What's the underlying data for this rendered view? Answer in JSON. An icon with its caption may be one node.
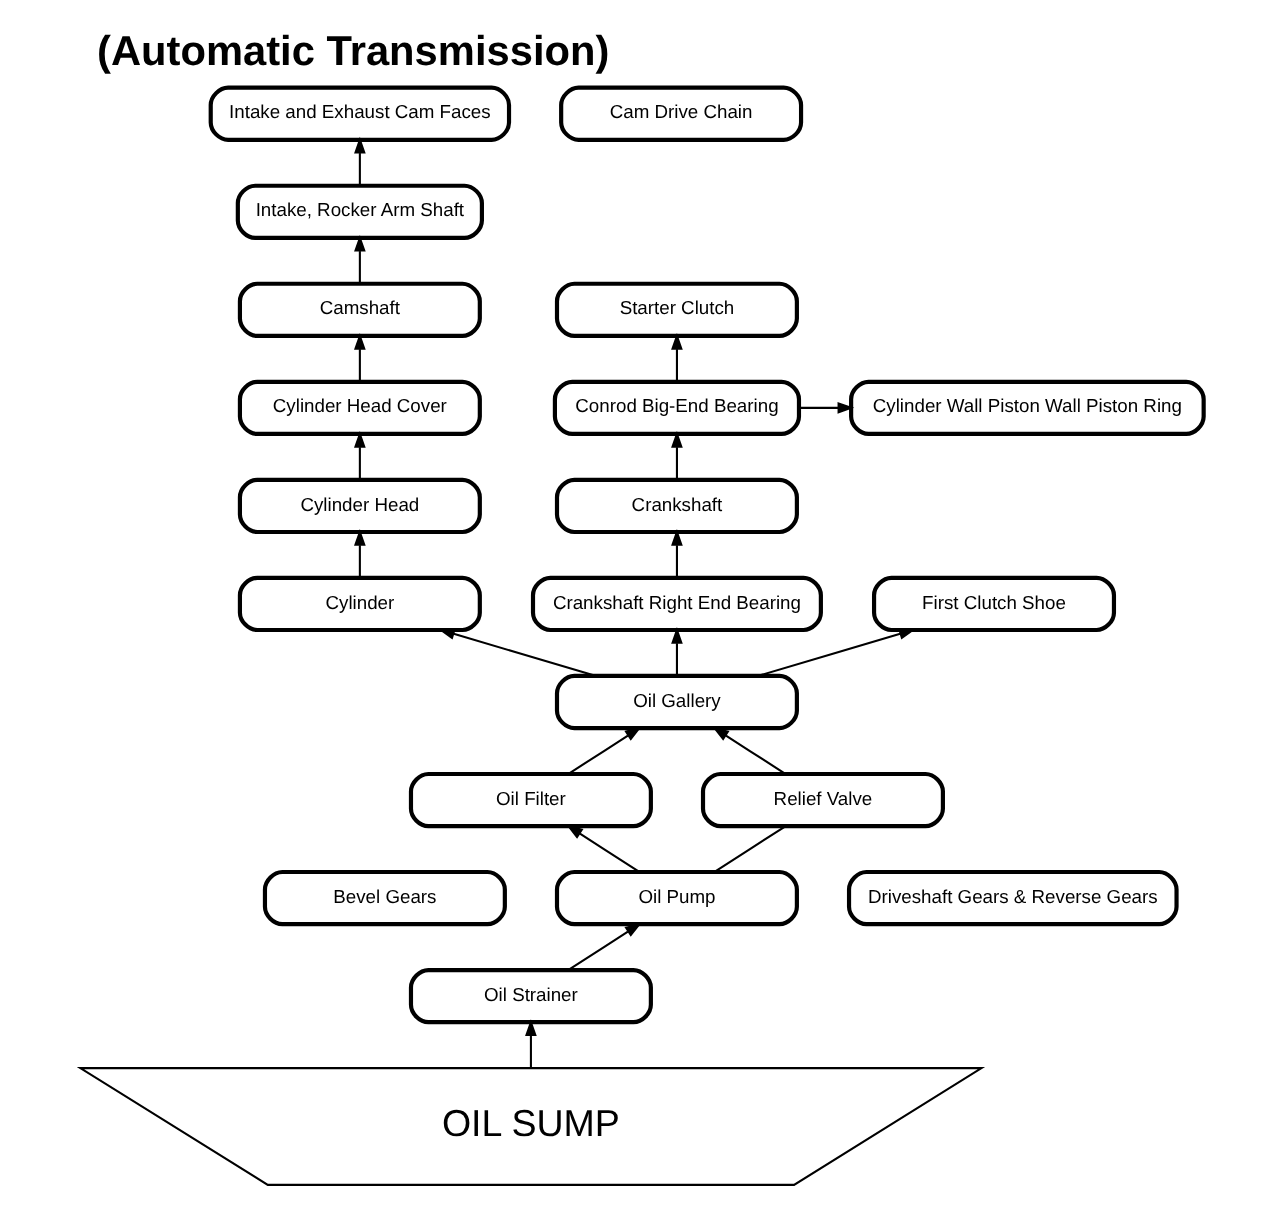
{
  "diagram": {
    "title": "(Automatic Transmission)",
    "nodes": [
      {
        "text": [
          "Intake and Exhaust Cam Faces"
        ]
      },
      {
        "text": [
          "Cam Drive Chain"
        ]
      },
      {
        "text": [
          "Intake, Rocker Arm Shaft"
        ]
      },
      {
        "text": [
          "Starter Clutch"
        ]
      },
      {
        "text": [
          "Camshaft"
        ]
      },
      {
        "text": [
          "Cylinder Head Cover"
        ]
      },
      {
        "text": [
          "Conrod Big-End Bearing"
        ]
      },
      {
        "text": [
          "Cylinder Wall Piston Wall Piston Ring"
        ]
      },
      {
        "text": [
          "Cylinder Head"
        ]
      },
      {
        "text": [
          "Crankshaft"
        ]
      },
      {
        "text": [
          "Cylinder"
        ]
      },
      {
        "text": [
          "Oil Gallery"
        ]
      },
      {
        "text": [
          "Crankshaft Right End Bearing"
        ]
      },
      {
        "text": [
          "First Clutch Shoe"
        ]
      },
      {
        "text": [
          "Oil Filter"
        ]
      },
      {
        "text": [
          "Relief Valve"
        ]
      },
      {
        "text": [
          "Bevel Gears"
        ]
      },
      {
        "text": [
          "Driveshaft Gears & Reverse Gears"
        ]
      },
      {
        "text": [
          "Oil Pump"
        ]
      },
      {
        "text": [
          "Oil Strainer"
        ]
      },
      {
        "text": [
          "OIL SUMP"
        ]
      }
    ],
    "edges": [
      {
        "from": 20,
        "to": 19,
        "arrow": "to"
      },
      {
        "from": 19,
        "to": 18,
        "arrow": "to"
      },
      {
        "from": 18,
        "to": 14,
        "arrow": "to"
      },
      {
        "from": 18,
        "to": 15,
        "arrow": "none"
      },
      {
        "from": 14,
        "to": 11,
        "arrow": "to"
      },
      {
        "from": 15,
        "to": 11,
        "arrow": "to"
      },
      {
        "from": 11,
        "to": 10,
        "arrow": "to"
      },
      {
        "from": 10,
        "to": 8,
        "arrow": "to"
      },
      {
        "from": 8,
        "to": 5,
        "arrow": "to"
      },
      {
        "from": 5,
        "to": 4,
        "arrow": "to"
      },
      {
        "from": 4,
        "to": 2,
        "arrow": "to"
      },
      {
        "from": 2,
        "to": 0,
        "arrow": "to"
      },
      {
        "from": 11,
        "to": 12,
        "arrow": "to"
      },
      {
        "from": 11,
        "to": 13,
        "arrow": "to"
      },
      {
        "from": 12,
        "to": 9,
        "arrow": "to"
      },
      {
        "from": 9,
        "to": 6,
        "arrow": "to"
      },
      {
        "from": 6,
        "to": 3,
        "arrow": "to"
      },
      {
        "from": 6,
        "to": 7,
        "arrow": "to"
      }
    ]
  }
}
